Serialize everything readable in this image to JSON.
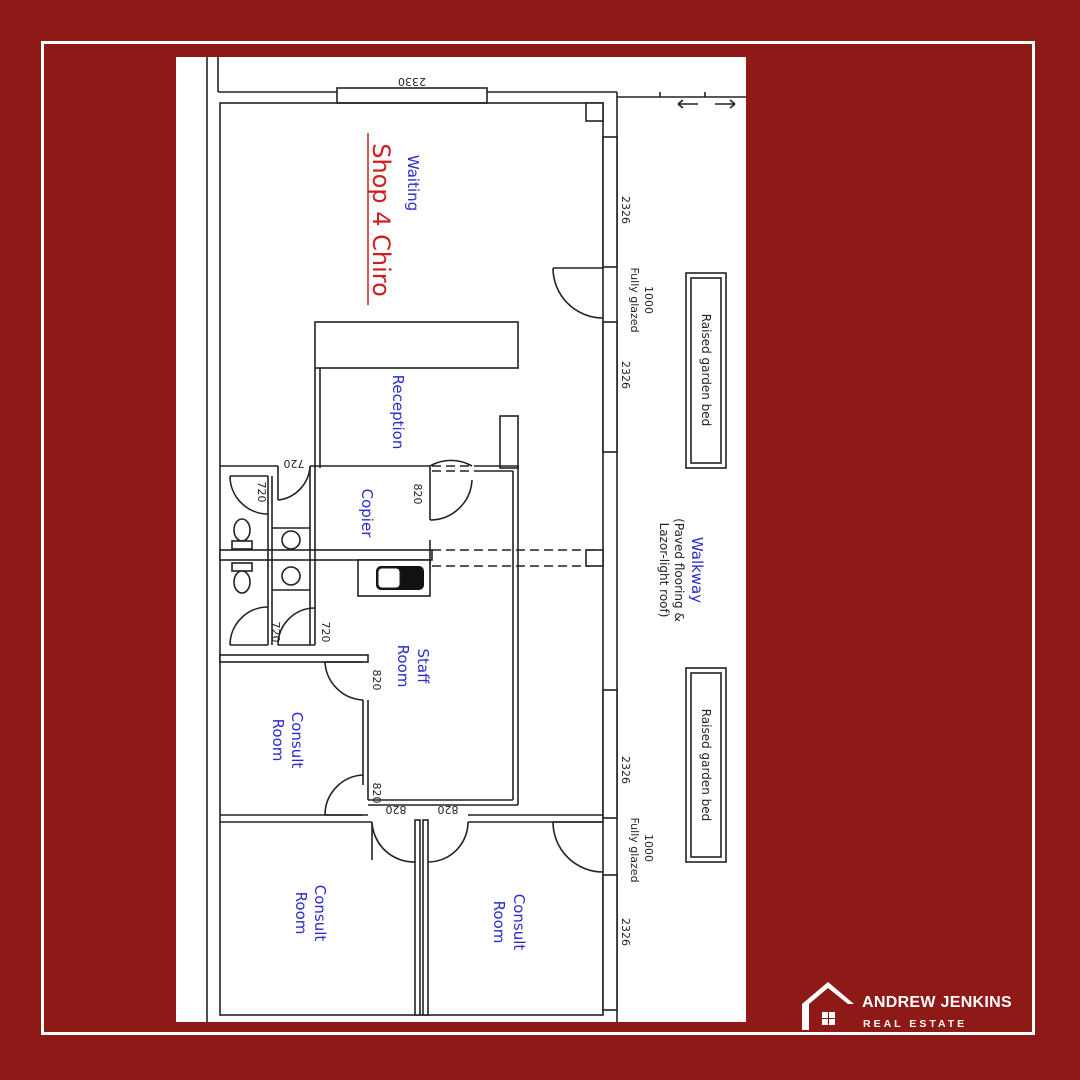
{
  "plan": {
    "title": "Shop 4 Chiro",
    "rooms": {
      "waiting": "Waiting",
      "reception": "Reception",
      "copier": "Copier",
      "staff_line1": "Staff",
      "staff_line2": "Room",
      "consult_line1": "Consult",
      "consult_line2": "Room",
      "walkway": "Walkway",
      "walkway_note1": "(Paved flooring &",
      "walkway_note2": "Lazor-light roof)",
      "garden_bed": "Raised garden bed"
    },
    "dimensions": {
      "top_window": "2330",
      "glazing": "2326",
      "entry_door": "1000",
      "entry_note": "Fully glazed",
      "door_720": "720",
      "door_820": "820"
    }
  },
  "brand": {
    "name": "ANDREW JENKINS",
    "tagline": "REAL ESTATE"
  },
  "colors": {
    "background": "#8e1a17",
    "room_label": "#2a2ad0",
    "title": "#d01e1e"
  }
}
